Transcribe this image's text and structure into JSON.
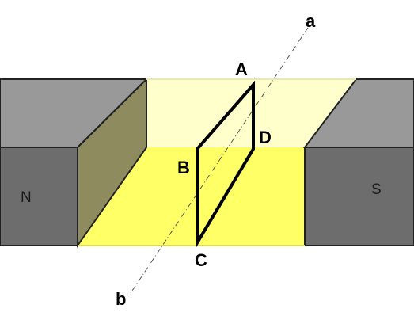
{
  "diagram": {
    "magnet_left": {
      "pole_label": "N"
    },
    "magnet_right": {
      "pole_label": "S"
    },
    "coil_vertex_labels": {
      "A": "A",
      "B": "B",
      "C": "C",
      "D": "D"
    },
    "axis_labels": {
      "top": "a",
      "bottom": "b"
    },
    "colors": {
      "magnet_top": "#999999",
      "magnet_front": "#6d6d6d",
      "magnet_inner_side": "#b7b48a",
      "field_top": "#ffffcc",
      "field_front": "#ffff66",
      "field_dark_face": "#8c8c60",
      "coil": "#000000"
    }
  }
}
